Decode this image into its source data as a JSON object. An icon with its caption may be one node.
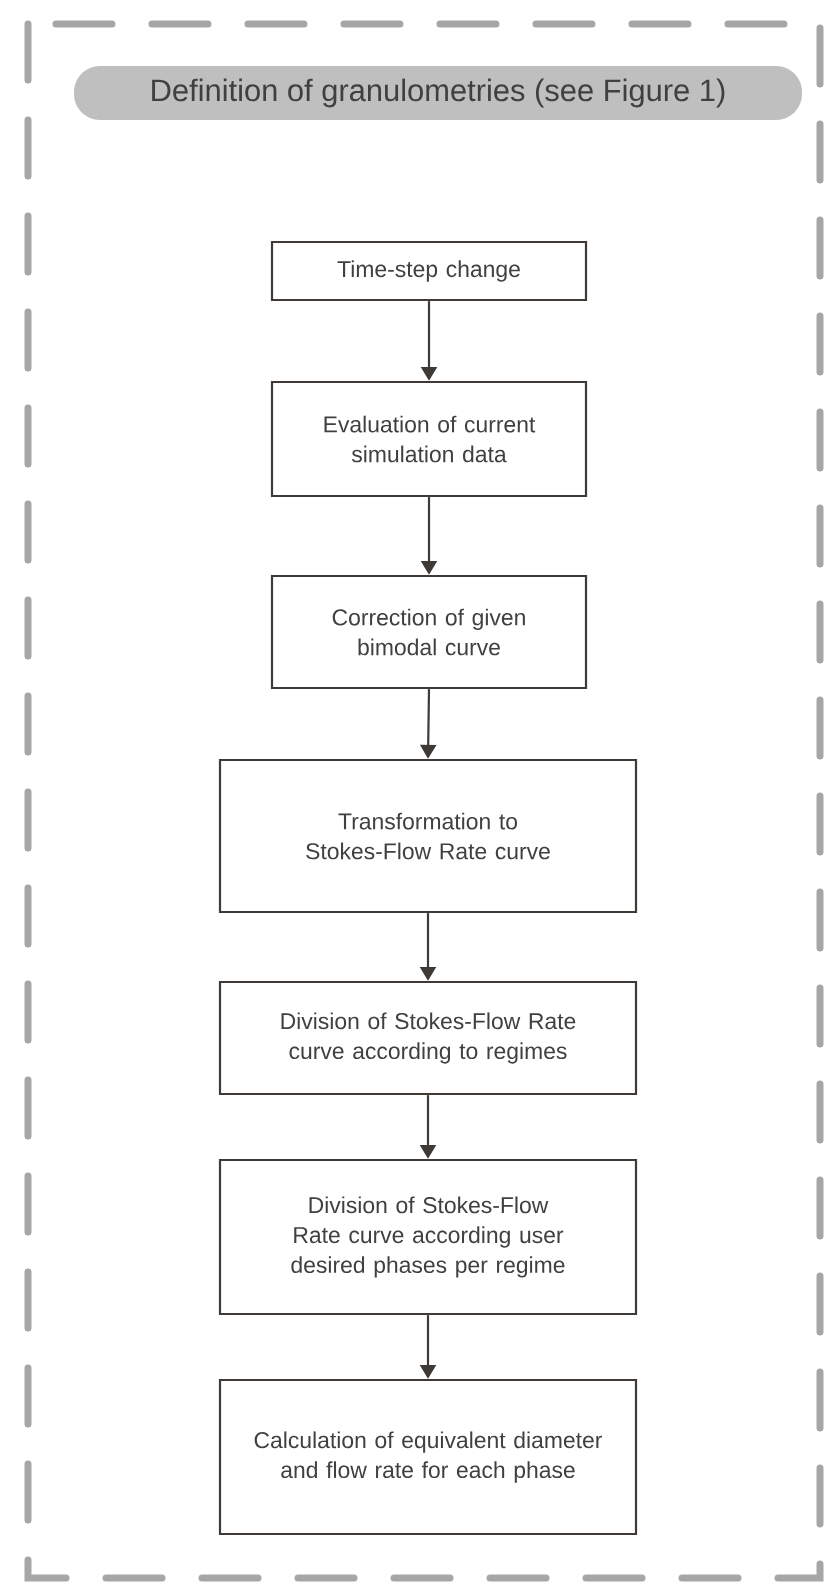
{
  "diagram": {
    "nodes": [
      {
        "text": [
          "Definition of granulometries (see Figure 1)"
        ]
      },
      {
        "text": [
          "Time-step change"
        ],
        "in": 0
      },
      {
        "text": [
          "Evaluation of current simulation data"
        ],
        "in": 0
      },
      {
        "text": [
          "Correction of given bimodal curve"
        ],
        "in": 0
      },
      {
        "text": [
          "Transformation to Stokes-Flow Rate curve"
        ],
        "in": 0
      },
      {
        "text": [
          "Division of Stokes-Flow Rate curve according to regimes"
        ],
        "in": 0
      },
      {
        "text": [
          "Division of Stokes-Flow Rate curve according user desired phases per regime"
        ],
        "in": 0
      },
      {
        "text": [
          "Calculation of equivalent diameter and flow rate for each phase"
        ],
        "in": 0
      }
    ],
    "edges": [
      {
        "from": 1,
        "to": 2,
        "arrow": "to"
      },
      {
        "from": 2,
        "to": 3,
        "arrow": "to"
      },
      {
        "from": 3,
        "to": 4,
        "arrow": "to"
      },
      {
        "from": 4,
        "to": 5,
        "arrow": "to"
      },
      {
        "from": 5,
        "to": 6,
        "arrow": "to"
      },
      {
        "from": 6,
        "to": 7,
        "arrow": "to"
      }
    ]
  }
}
